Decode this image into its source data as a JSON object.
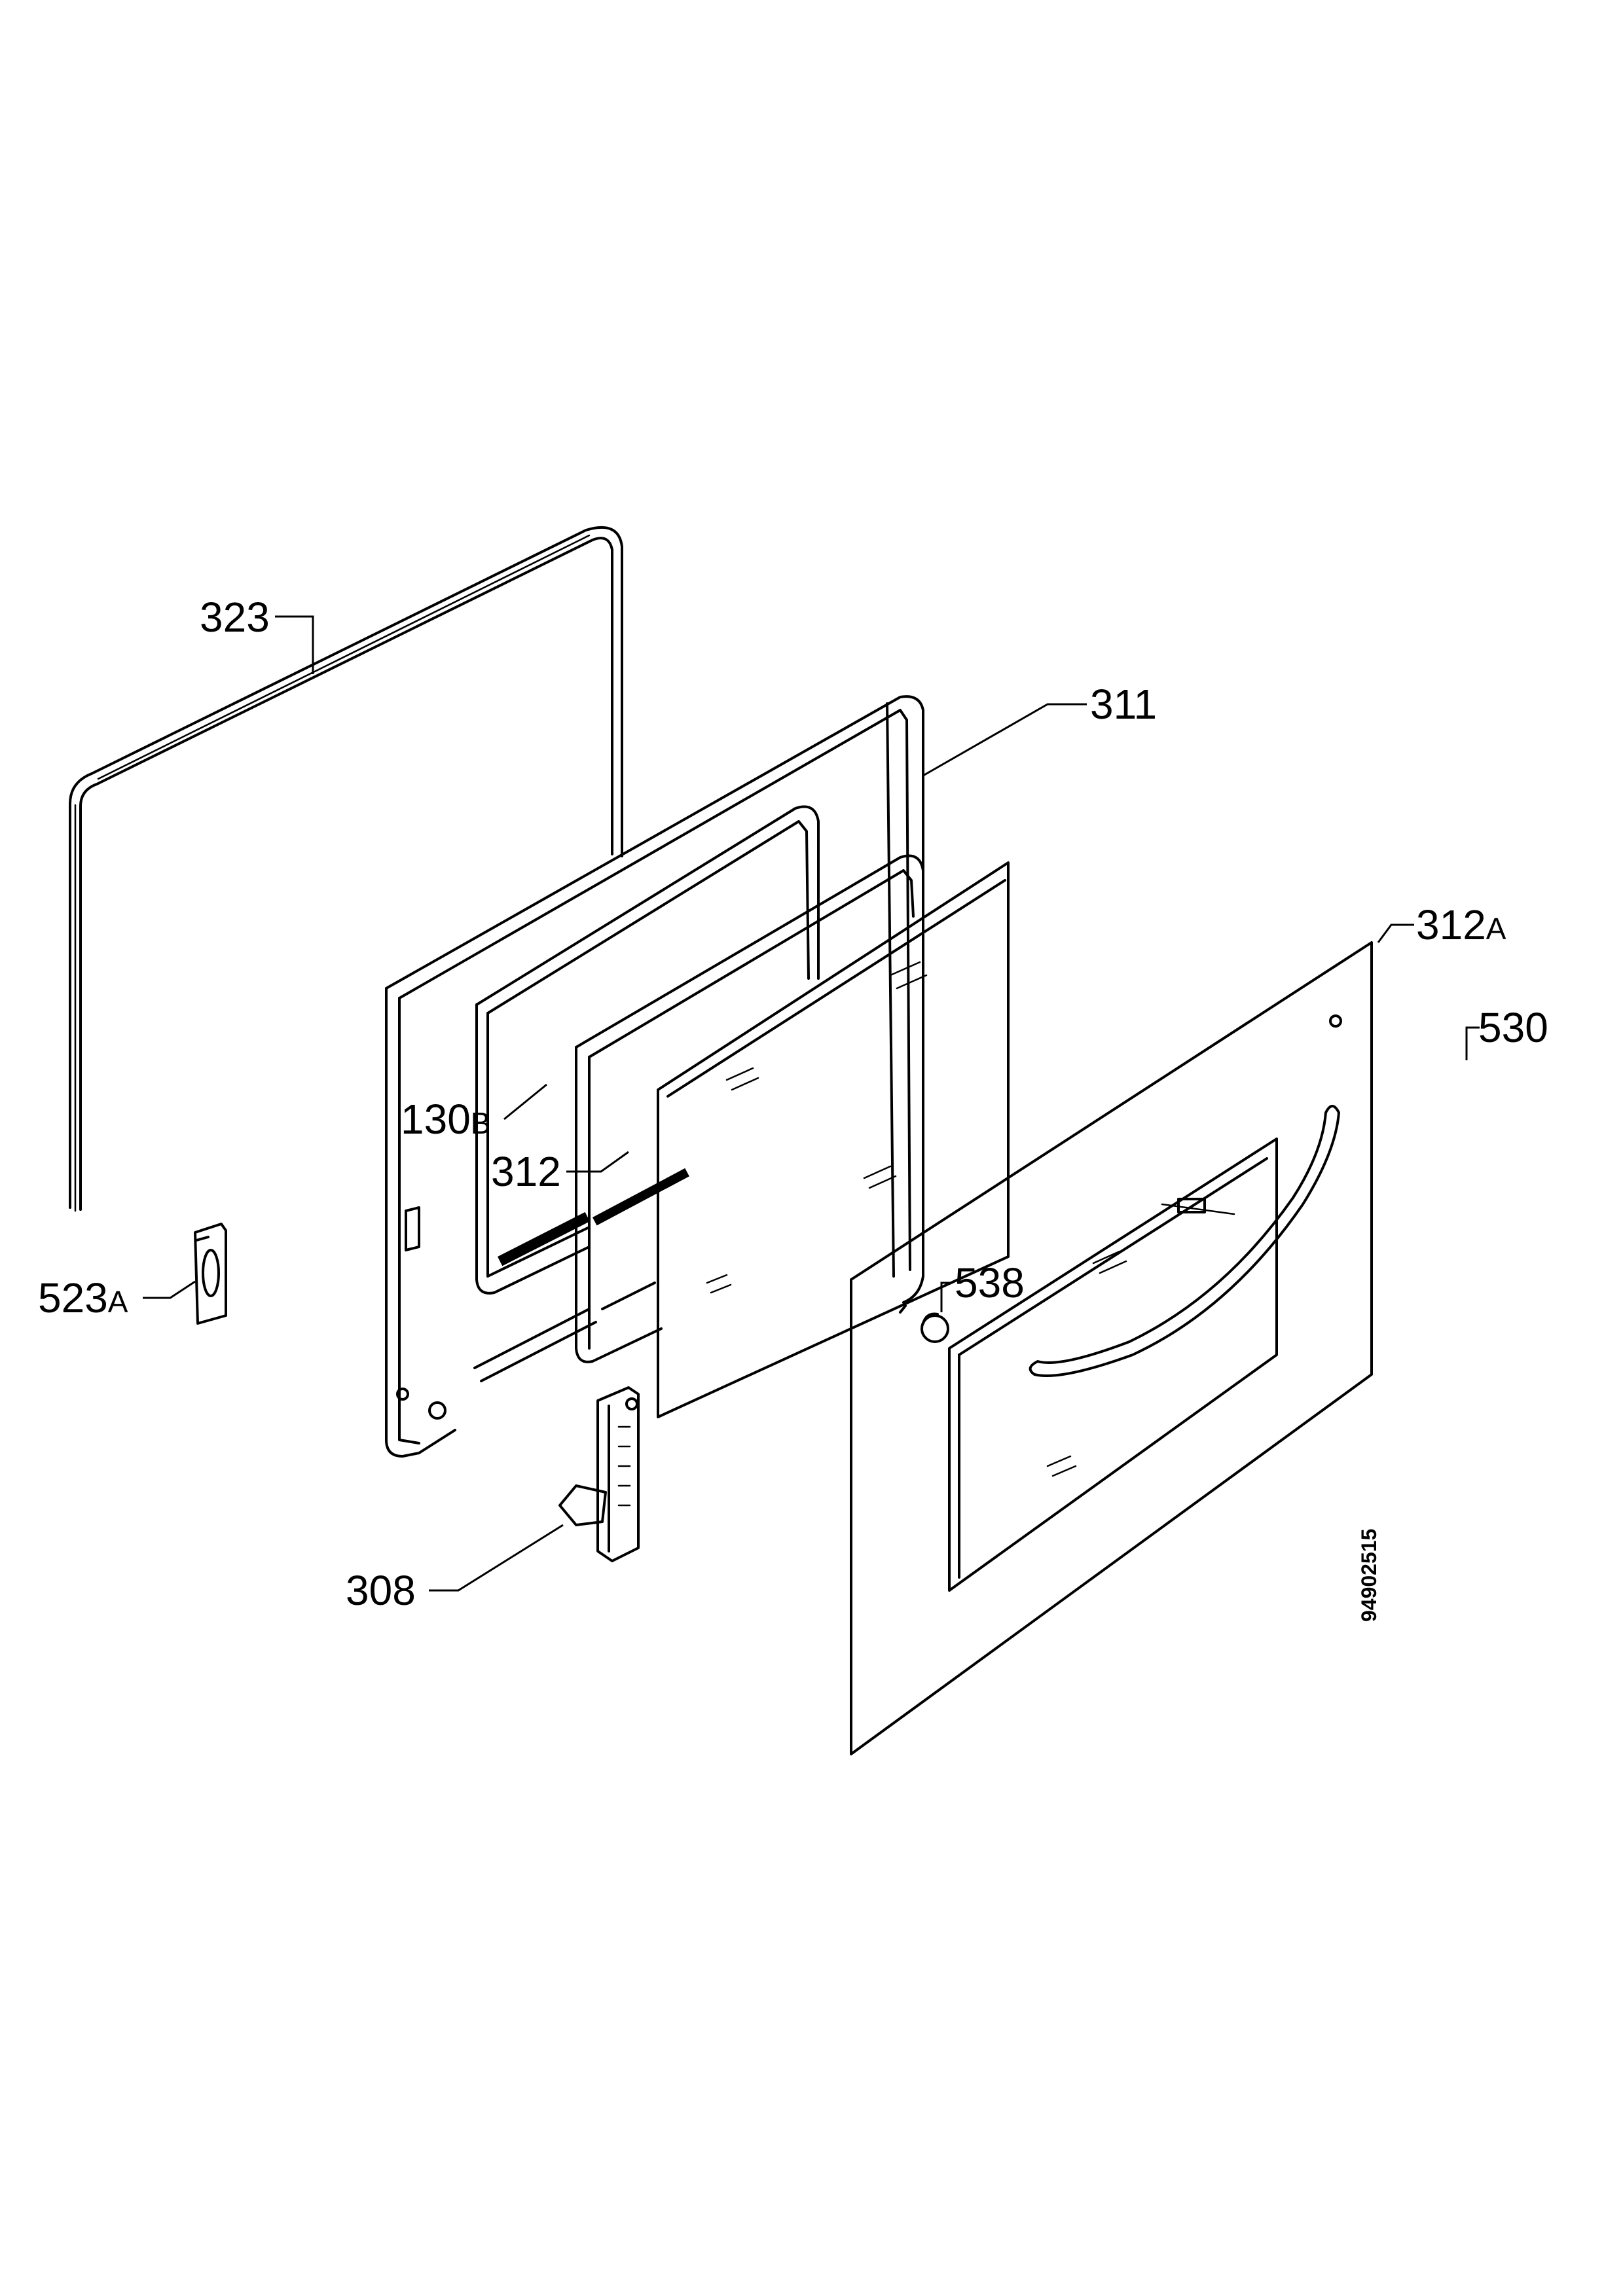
{
  "diagram": {
    "drawing_number": "94902515",
    "labels": {
      "p323": {
        "num": "323",
        "suffix": ""
      },
      "p311": {
        "num": "311",
        "suffix": ""
      },
      "p312a": {
        "num": "312",
        "suffix": "A"
      },
      "p530": {
        "num": "530",
        "suffix": ""
      },
      "p130b": {
        "num": "130",
        "suffix": "B"
      },
      "p312": {
        "num": "312",
        "suffix": ""
      },
      "p538": {
        "num": "538",
        "suffix": ""
      },
      "p523a": {
        "num": "523",
        "suffix": "A"
      },
      "p308": {
        "num": "308",
        "suffix": ""
      }
    }
  }
}
